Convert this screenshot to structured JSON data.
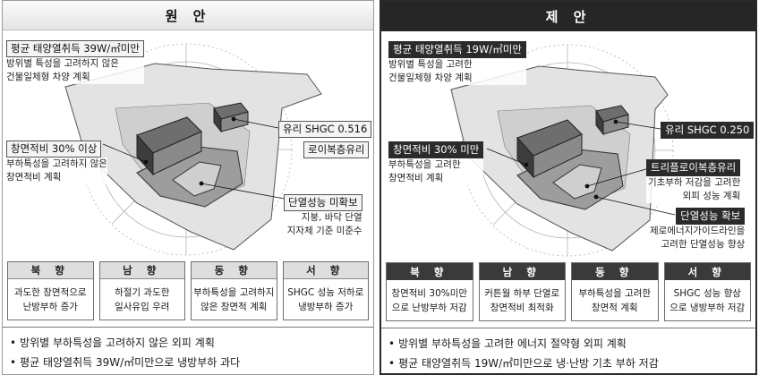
{
  "left": {
    "title": "원 안",
    "annotations": {
      "solar": {
        "label": "평균 태양열취득 39W/㎡미만",
        "note": [
          "방위별 특성을 고려하지 않은",
          "건물일체형 차양 계획"
        ]
      },
      "glass": {
        "label": "유리 SHGC 0.516"
      },
      "glass_type": {
        "label": "로이복층유리"
      },
      "window": {
        "label": "창면적비 30% 이상",
        "note": [
          "부하특성을 고려하지 않은",
          "창면적비 계획"
        ]
      },
      "insulation": {
        "label": "단열성능 미확보",
        "note": [
          "지붕, 바닥 단열",
          "지자체 기준 미준수"
        ]
      }
    },
    "directions": [
      {
        "name": "북 향",
        "lines": [
          "과도한 창면적으로",
          "난방부하 증가"
        ]
      },
      {
        "name": "남 향",
        "lines": [
          "하절기 과도한",
          "일사유입 우려"
        ]
      },
      {
        "name": "동 향",
        "lines": [
          "부하특성을 고려하지",
          "않은 창면적 계획"
        ]
      },
      {
        "name": "서 향",
        "lines": [
          "SHGC 성능 저하로",
          "냉방부하 증가"
        ]
      }
    ],
    "summary": [
      "방위별 부하특성을 고려하지 않은 외피 계획",
      "평균 태양열취득 39W/㎡미만으로 냉방부하 과다"
    ]
  },
  "right": {
    "title": "제 안",
    "annotations": {
      "solar": {
        "label": "평균 태양열취득 19W/㎡미만",
        "note": [
          "방위별 특성을 고려한",
          "건물일체형 차양 계획"
        ]
      },
      "glass": {
        "label": "유리 SHGC 0.250"
      },
      "window": {
        "label": "창면적비 30% 미만",
        "note": [
          "부하특성을 고려한",
          "창면적비 계획"
        ]
      },
      "glass_type": {
        "label": "트리플로이복층유리",
        "note": [
          "기초부하 저감을 고려한",
          "외피 성능 계획"
        ]
      },
      "insulation": {
        "label": "단열성능 확보",
        "note": [
          "제로에너지가이드라인을",
          "고려한 단열성능 향상"
        ]
      }
    },
    "directions": [
      {
        "name": "북 향",
        "lines": [
          "창면적비 30%미만",
          "으로 난방부하 저감"
        ]
      },
      {
        "name": "남 향",
        "lines": [
          "커튼월 하부 단열로",
          "창면적비 최적화"
        ]
      },
      {
        "name": "동 향",
        "lines": [
          "부하특성을 고려한",
          "창면적 계획"
        ]
      },
      {
        "name": "서 향",
        "lines": [
          "SHGC 성능 향상",
          "으로 냉방부하 저감"
        ]
      }
    ],
    "summary": [
      "방위별 부하특성을 고려한 에너지 절약형 외피 계획",
      "평균 태양열취득 19W/㎡미만으로 냉·난방 기초 부하 저감"
    ]
  },
  "colors": {
    "dark": "#262626",
    "light": "#dedede",
    "site": "#d9d9d9"
  }
}
